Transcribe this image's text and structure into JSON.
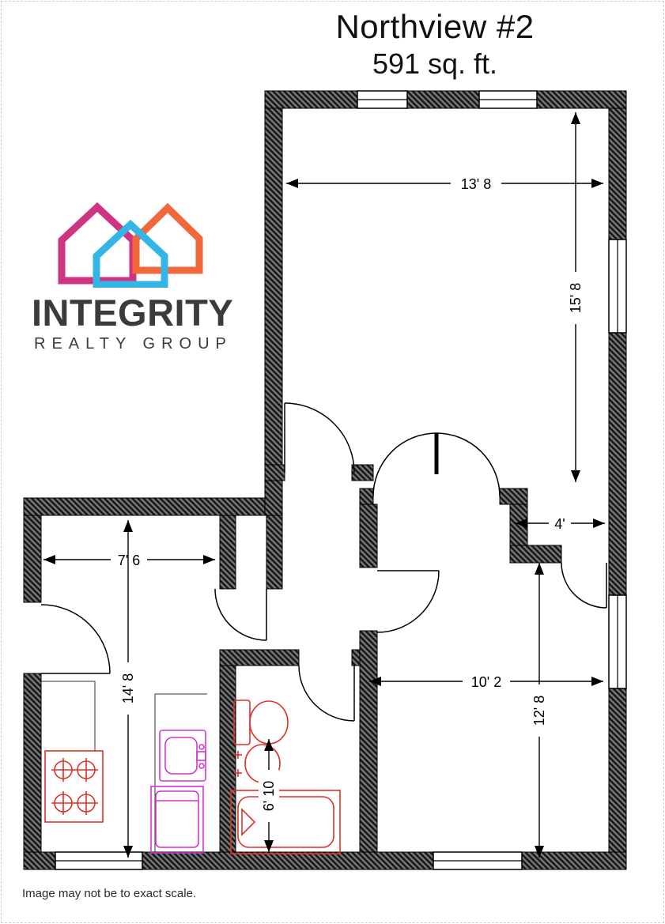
{
  "title": "Northview #2",
  "subtitle": "591 sq. ft.",
  "logo": {
    "name": "INTEGRITY",
    "tagline": "REALTY GROUP",
    "colors": {
      "pink": "#cf3482",
      "cyan": "#33b5e5",
      "orange": "#f0683c",
      "text": "#3b3b3c"
    }
  },
  "dimensions": {
    "living_width": "13' 8",
    "living_height": "15' 8",
    "hall_width": "7' 6",
    "entry_closet_width": "4'",
    "kitchen_height": "14' 8",
    "bedroom_width": "10' 2",
    "bedroom_height": "12' 8",
    "bath_height": "6' 10"
  },
  "colors": {
    "wall_dark": "#161616",
    "wall_gray": "#7a7a7a",
    "fixture_red": "#e03127",
    "fixture_magenta": "#d534cf",
    "line": "#000000"
  },
  "disclaimer": "Image may not be to exact scale."
}
